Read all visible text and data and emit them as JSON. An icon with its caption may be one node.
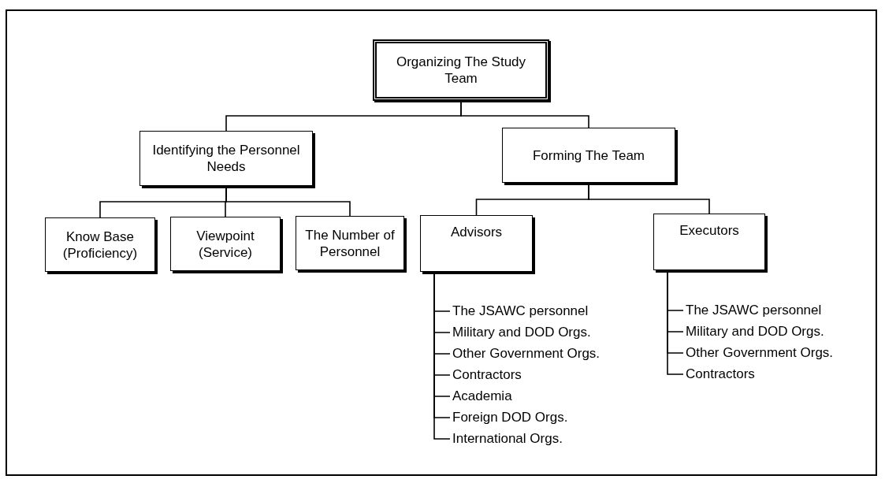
{
  "diagram": {
    "nodes": [
      {
        "text": [
          "Organizing The Study Team"
        ]
      },
      {
        "text": [
          "Identifying the Personnel Needs"
        ]
      },
      {
        "text": [
          "Forming The Team"
        ]
      },
      {
        "text": [
          "Know Base (Proficiency)"
        ]
      },
      {
        "text": [
          "Viewpoint (Service)"
        ]
      },
      {
        "text": [
          "The Number of Personnel"
        ]
      },
      {
        "text": [
          "Advisors"
        ]
      },
      {
        "text": [
          "Executors"
        ]
      },
      {
        "text": [
          "The JSAWC personnel"
        ]
      },
      {
        "text": [
          "Military and DOD Orgs."
        ]
      },
      {
        "text": [
          "Other Government Orgs."
        ]
      },
      {
        "text": [
          "Contractors"
        ]
      },
      {
        "text": [
          "Academia"
        ]
      },
      {
        "text": [
          "Foreign DOD Orgs."
        ]
      },
      {
        "text": [
          "International Orgs."
        ]
      },
      {
        "text": [
          "The JSAWC personnel"
        ]
      },
      {
        "text": [
          "Military and DOD Orgs."
        ]
      },
      {
        "text": [
          "Other Government Orgs."
        ]
      },
      {
        "text": [
          "Contractors"
        ]
      }
    ],
    "edges": [
      {
        "from": 0,
        "to": 1,
        "arrow": "none"
      },
      {
        "from": 0,
        "to": 2,
        "arrow": "none"
      },
      {
        "from": 1,
        "to": 3,
        "arrow": "none"
      },
      {
        "from": 1,
        "to": 4,
        "arrow": "none"
      },
      {
        "from": 1,
        "to": 5,
        "arrow": "none"
      },
      {
        "from": 2,
        "to": 6,
        "arrow": "none"
      },
      {
        "from": 2,
        "to": 7,
        "arrow": "none"
      },
      {
        "from": 6,
        "to": 8,
        "arrow": "none"
      },
      {
        "from": 6,
        "to": 9,
        "arrow": "none"
      },
      {
        "from": 6,
        "to": 10,
        "arrow": "none"
      },
      {
        "from": 6,
        "to": 11,
        "arrow": "none"
      },
      {
        "from": 6,
        "to": 12,
        "arrow": "none"
      },
      {
        "from": 6,
        "to": 13,
        "arrow": "none"
      },
      {
        "from": 6,
        "to": 14,
        "arrow": "none"
      },
      {
        "from": 7,
        "to": 15,
        "arrow": "none"
      },
      {
        "from": 7,
        "to": 16,
        "arrow": "none"
      },
      {
        "from": 7,
        "to": 17,
        "arrow": "none"
      },
      {
        "from": 7,
        "to": 18,
        "arrow": "none"
      }
    ]
  }
}
